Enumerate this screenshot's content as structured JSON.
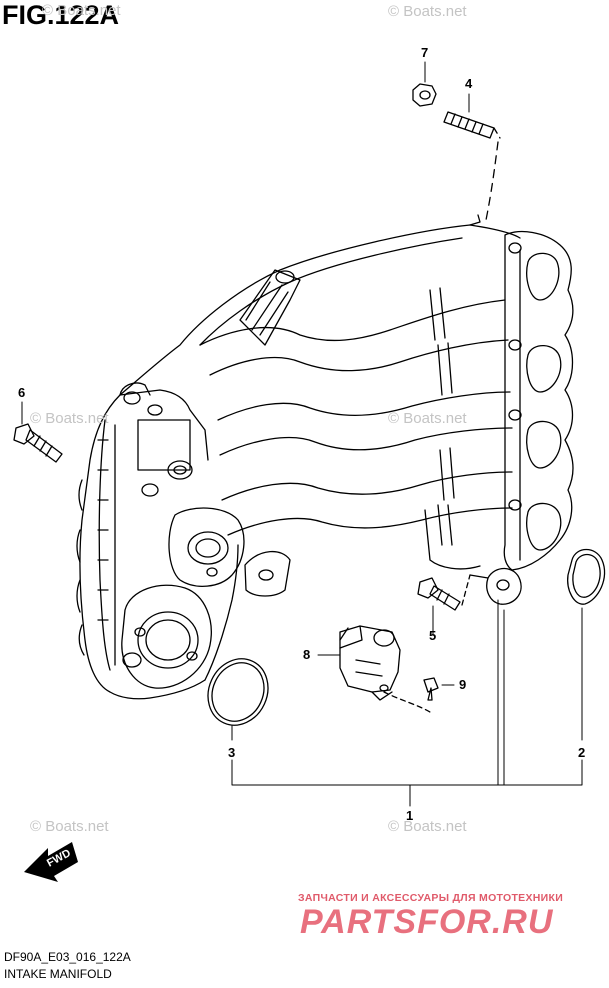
{
  "header": {
    "figure_code": "FIG.122A"
  },
  "watermarks": [
    "© Boats.net",
    "© Boats.net",
    "© Boats.net",
    "© Boats.net",
    "© Boats.net",
    "© Boats.net"
  ],
  "callouts": [
    {
      "number": "1",
      "part": "intake-manifold"
    },
    {
      "number": "2",
      "part": "gasket-right"
    },
    {
      "number": "3",
      "part": "o-ring-left"
    },
    {
      "number": "4",
      "part": "stud-bolt"
    },
    {
      "number": "5",
      "part": "bolt"
    },
    {
      "number": "6",
      "part": "bolt"
    },
    {
      "number": "7",
      "part": "nut"
    },
    {
      "number": "8",
      "part": "sensor"
    },
    {
      "number": "9",
      "part": "screw"
    }
  ],
  "direction_marker": {
    "label": "FWD"
  },
  "advert": {
    "tagline": "ЗАПЧАСТИ И АКСЕССУАРЫ ДЛЯ МОТОТЕХНИКИ",
    "logo": "PARTSFOR.RU",
    "color": "#e8707e"
  },
  "footer": {
    "model_code": "DF90A_E03_016_122A",
    "caption": "INTAKE MANIFOLD"
  }
}
